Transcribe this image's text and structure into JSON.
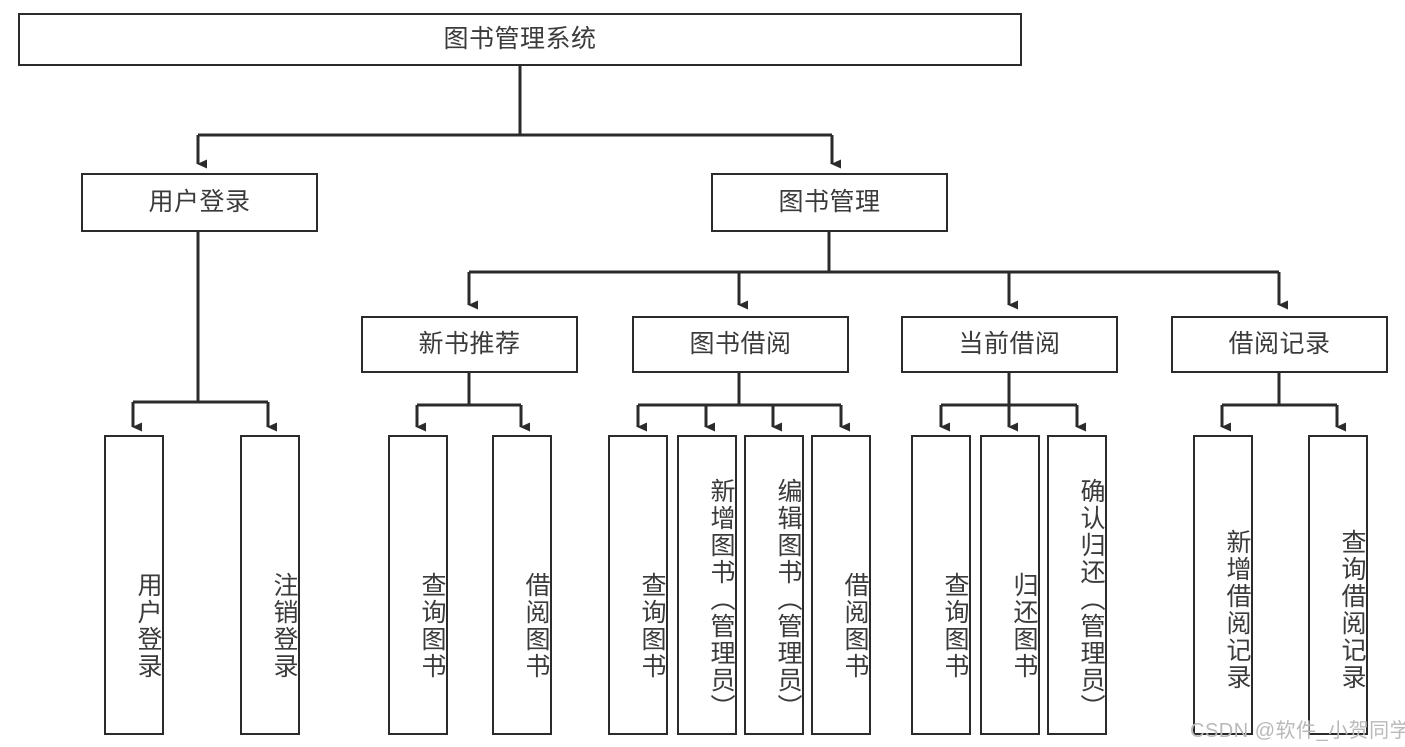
{
  "diagram": {
    "type": "tree-hierarchy-chart",
    "title": "图书管理系统",
    "root": {
      "id": "root",
      "label": "图书管理系统",
      "orientation": "horizontal"
    },
    "level1": [
      {
        "id": "user-login",
        "label": "用户登录",
        "orientation": "horizontal"
      },
      {
        "id": "book-manage",
        "label": "图书管理",
        "orientation": "horizontal"
      }
    ],
    "level2": [
      {
        "id": "new-book-rec",
        "label": "新书推荐",
        "orientation": "horizontal",
        "parent": "book-manage"
      },
      {
        "id": "book-borrow",
        "label": "图书借阅",
        "orientation": "horizontal",
        "parent": "book-manage"
      },
      {
        "id": "current-borrow",
        "label": "当前借阅",
        "orientation": "horizontal",
        "parent": "book-manage"
      },
      {
        "id": "borrow-record",
        "label": "借阅记录",
        "orientation": "horizontal",
        "parent": "book-manage"
      }
    ],
    "leaves": [
      {
        "id": "leaf-user-login",
        "label": "用户登录",
        "parent": "user-login",
        "orientation": "vertical"
      },
      {
        "id": "leaf-logout",
        "label": "注销登录",
        "parent": "user-login",
        "orientation": "vertical"
      },
      {
        "id": "leaf-query-book-1",
        "label": "查询图书",
        "parent": "new-book-rec",
        "orientation": "vertical"
      },
      {
        "id": "leaf-borrow-book-1",
        "label": "借阅图书",
        "parent": "new-book-rec",
        "orientation": "vertical"
      },
      {
        "id": "leaf-query-book-2",
        "label": "查询图书",
        "parent": "book-borrow",
        "orientation": "vertical"
      },
      {
        "id": "leaf-add-book",
        "label": "新增图书（管理员）",
        "parent": "book-borrow",
        "orientation": "vertical"
      },
      {
        "id": "leaf-edit-book",
        "label": "编辑图书（管理员）",
        "parent": "book-borrow",
        "orientation": "vertical"
      },
      {
        "id": "leaf-borrow-book-2",
        "label": "借阅图书",
        "parent": "book-borrow",
        "orientation": "vertical"
      },
      {
        "id": "leaf-query-book-3",
        "label": "查询图书",
        "parent": "current-borrow",
        "orientation": "vertical"
      },
      {
        "id": "leaf-return-book",
        "label": "归还图书",
        "parent": "current-borrow",
        "orientation": "vertical"
      },
      {
        "id": "leaf-confirm-return",
        "label": "确认归还（管理员）",
        "parent": "current-borrow",
        "orientation": "vertical"
      },
      {
        "id": "leaf-add-record",
        "label": "新增借阅记录",
        "parent": "borrow-record",
        "orientation": "vertical"
      },
      {
        "id": "leaf-query-record",
        "label": "查询借阅记录",
        "parent": "borrow-record",
        "orientation": "vertical"
      }
    ],
    "watermark": "CSDN @软件_小贺同学",
    "colors": {
      "box_border": "#2b2b2b",
      "box_fill": "#ffffff",
      "text": "#3b3b3b",
      "edge": "#2b2b2b",
      "watermark": "#b9b9b9",
      "background": "#ffffff"
    }
  }
}
